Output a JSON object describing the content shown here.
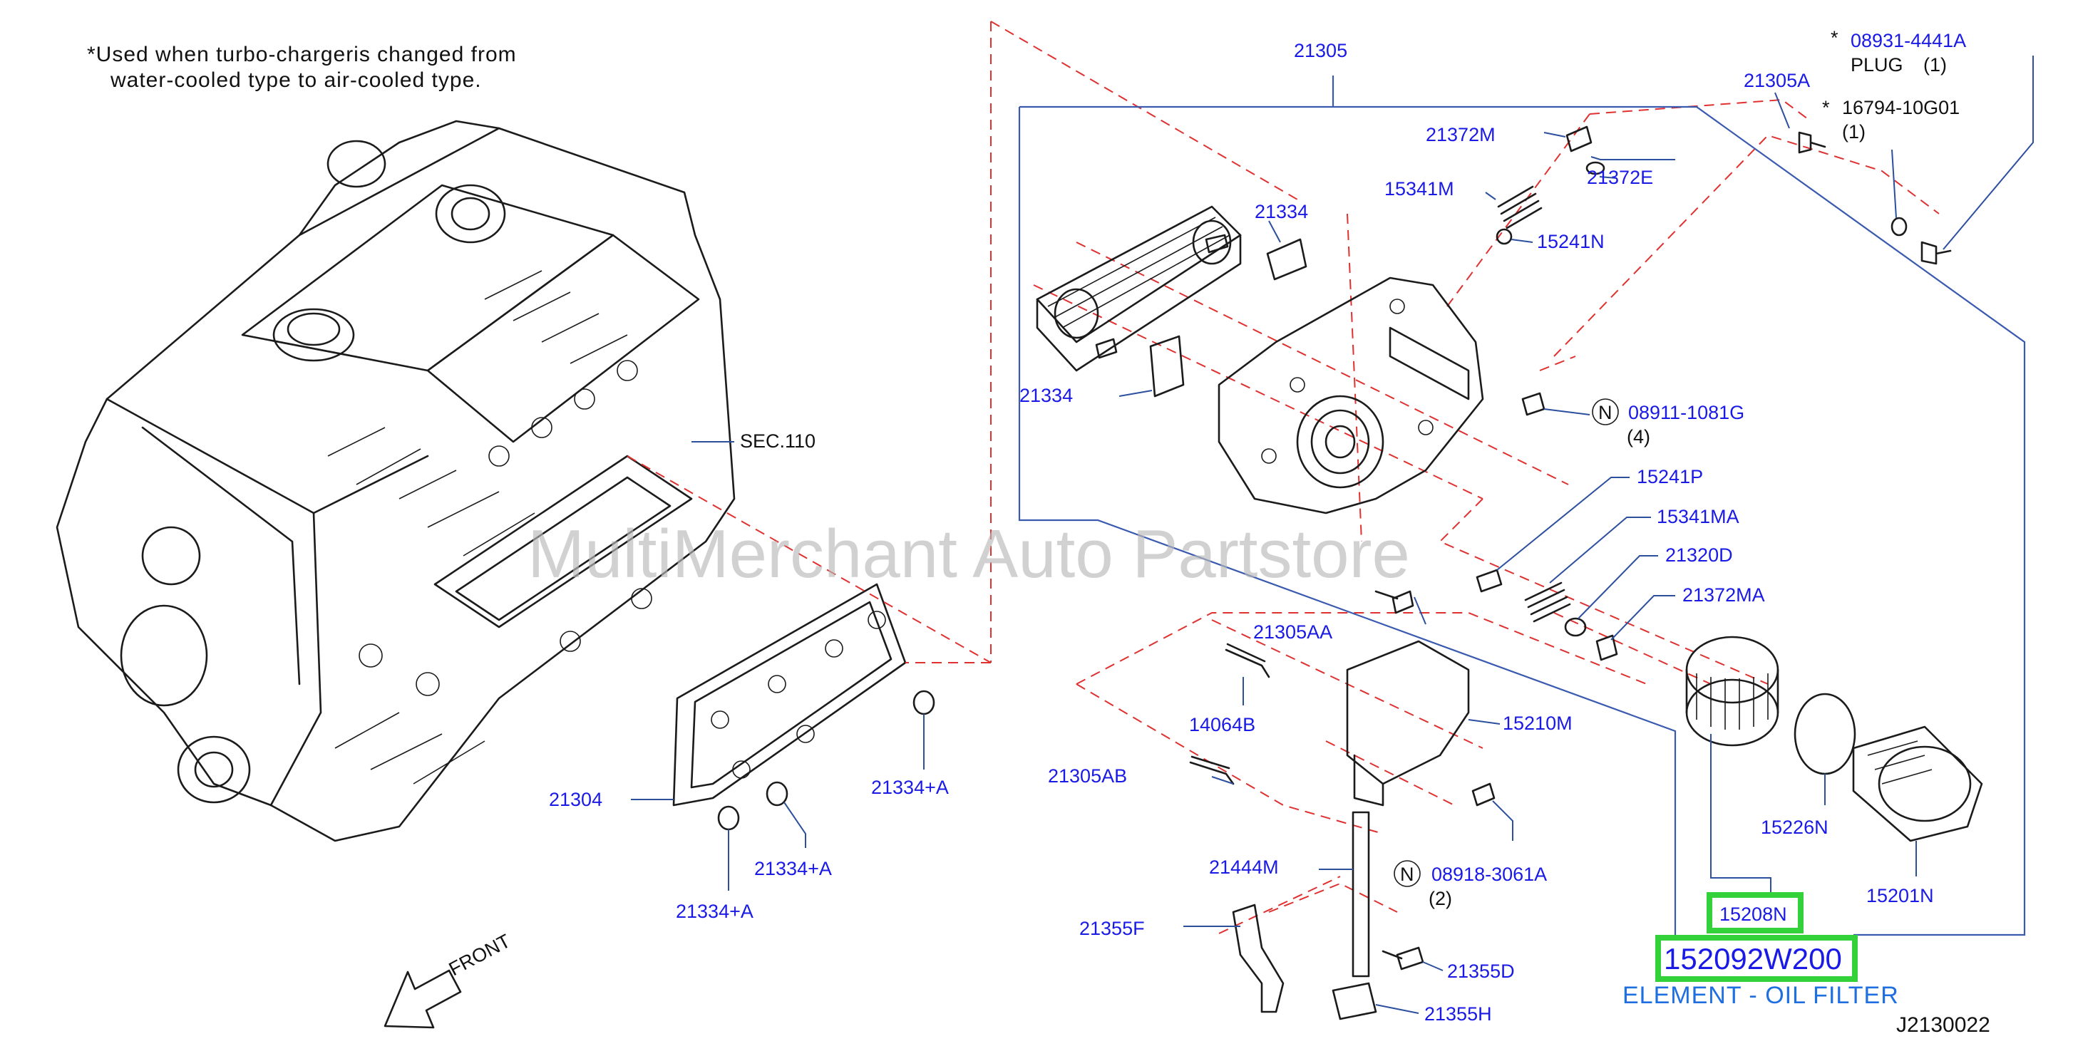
{
  "note": {
    "line1": "*Used when turbo-chargeris changed from",
    "line2": "water-cooled type to air-cooled type."
  },
  "watermark": "MultiMerchant Auto Partstore",
  "front_label": "FRONT",
  "diagram_id": "J2130022",
  "highlight": {
    "part_number": "152092W200",
    "description": "ELEMENT - OIL FILTER",
    "color": "#33d13a"
  },
  "parts": {
    "p21305": "21305",
    "p21305A": "21305A",
    "p08931": "08931-4441A",
    "plug": "PLUG",
    "plug_qty": "(1)",
    "star": "*",
    "p16794": "16794-10G01",
    "p16794_qty": "(1)",
    "p21372M": "21372M",
    "p21372E": "21372E",
    "p15341M": "15341M",
    "p15241N": "15241N",
    "p21334_top": "21334",
    "p21334_mid": "21334",
    "n_symbol": "N",
    "p08911": "08911-1081G",
    "p08911_qty": "(4)",
    "sec110": "SEC.110",
    "p15241P": "15241P",
    "p15341MA": "15341MA",
    "p21320D": "21320D",
    "p21372MA": "21372MA",
    "p21305AA": "21305AA",
    "p14064B": "14064B",
    "p15210M": "15210M",
    "p21305AB": "21305AB",
    "p15226N": "15226N",
    "p15201N": "15201N",
    "p15208N": "15208N",
    "p21444M": "21444M",
    "p08918": "08918-3061A",
    "p08918_qty": "(2)",
    "p21355F": "21355F",
    "p21355D": "21355D",
    "p21355H": "21355H",
    "p21304": "21304",
    "p21334A_1": "21334+A",
    "p21334A_2": "21334+A",
    "p21334A_3": "21334+A"
  }
}
